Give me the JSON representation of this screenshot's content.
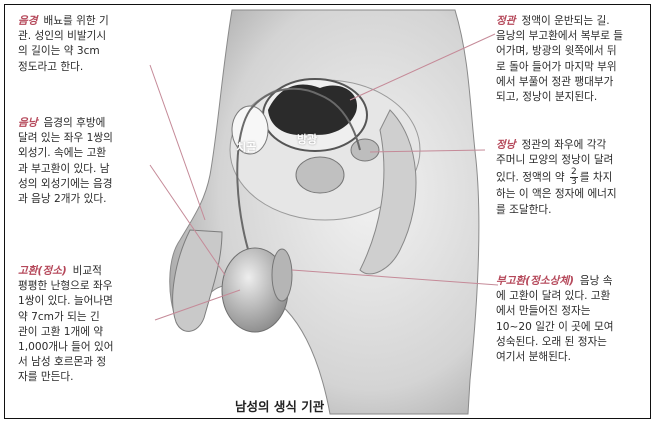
{
  "blocks": {
    "penis": {
      "title": "음경",
      "lines": [
        "배뇨를 위한 기",
        "관. 성인의 비발기시",
        "의 길이는 약 3cm",
        "정도라고 한다."
      ]
    },
    "scrotum": {
      "title": "음낭",
      "lines": [
        "음경의 후방에",
        "달려 있는 좌우 1쌍의",
        "외성기. 속에는 고환",
        "과 부고환이 있다. 남",
        "성의 외성기에는 음경",
        "과 음낭 2개가 있다."
      ]
    },
    "testis": {
      "title": "고환(정소)",
      "lines": [
        "비교적",
        "평평한 난형으로 좌우",
        "1쌍이 있다. 늘어나면",
        "약 7cm가 되는 긴",
        "관이 고환 1개에 약",
        "1,000개나 들어 있어",
        "서 남성 호르몬과 정",
        "자를 만든다."
      ]
    },
    "vas_deferens": {
      "title": "정관",
      "lines": [
        "정액이 운반되는 길.",
        "음낭의 부고환에서 복부로 들",
        "어가며, 방광의 윗쪽에서 뒤",
        "로 돌아 들어가 마지막 부위",
        "에서 부풀어 정관 팽대부가",
        "되고, 정낭이 분지된다."
      ]
    },
    "seminal_vesicle": {
      "title": "정낭",
      "lines": [
        "정관의 좌우에 각각",
        "주머니 모양의 정낭이 달려"
      ],
      "line3_pre": "있다. 정액의 약",
      "fraction_num": "2",
      "fraction_den": "3",
      "line3_post": "를 차지",
      "lines_after": [
        "하는 이 액은 정자에 에너지",
        "를 조달한다."
      ]
    },
    "epididymis": {
      "title": "부고환(정소상체)",
      "lines_first": "음낭 속",
      "lines": [
        "에 고환이 달려 있다. 고환",
        "에서 만들어진 정자는",
        "10~20 일간 이 곳에 모여",
        "성숙된다. 오래 된 정자는",
        "여기서 분해된다."
      ]
    }
  },
  "labels": {
    "bladder": "방광",
    "pubic_bone": "치골"
  },
  "caption": "남성의 생식 기관",
  "colors": {
    "title_accent": "#b5485a",
    "leader_line": "#c58a98",
    "skin": "#d9d9d9"
  }
}
